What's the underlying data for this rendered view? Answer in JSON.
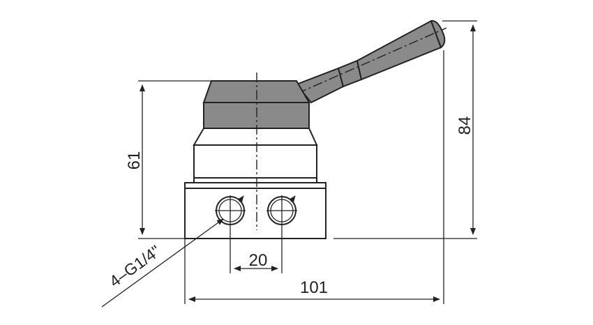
{
  "dimensions": {
    "height_body": "61",
    "height_total": "84",
    "port_spacing": "20",
    "width_total": "101",
    "port_callout": "4–G1/4\""
  },
  "colors": {
    "line": "#222222",
    "handle_body": "#8a8a8a"
  }
}
